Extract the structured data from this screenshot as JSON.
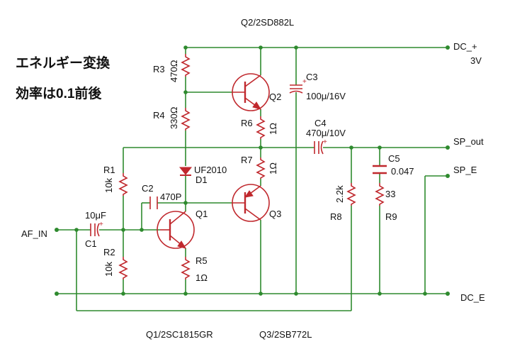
{
  "title": {
    "line1": "エネルギー変換",
    "line2": "効率は0.1前後"
  },
  "transistors": {
    "q2": {
      "label": "Q2",
      "part": "Q2/2SD882L"
    },
    "q1": {
      "label": "Q1",
      "part": "Q1/2SC1815GR"
    },
    "q3": {
      "label": "Q3",
      "part": "Q3/2SB772L"
    }
  },
  "resistors": {
    "r3": {
      "name": "R3",
      "value": "470Ω"
    },
    "r4": {
      "name": "R4",
      "value": "330Ω"
    },
    "r6": {
      "name": "R6",
      "value": "1Ω"
    },
    "r7": {
      "name": "R7",
      "value": "1Ω"
    },
    "r1": {
      "name": "R1",
      "value": "10k"
    },
    "r2": {
      "name": "R2",
      "value": "10k"
    },
    "r5": {
      "name": "R5",
      "value": "1Ω"
    },
    "r8": {
      "name": "R8",
      "value": "2.2k"
    },
    "r9": {
      "name": "R9",
      "value": "33"
    }
  },
  "capacitors": {
    "c1": {
      "name": "C1",
      "value": "10μF"
    },
    "c2": {
      "name": "C2",
      "value": "470P"
    },
    "c3": {
      "name": "C3",
      "value": "100μ/16V"
    },
    "c4": {
      "name": "C4",
      "value": "470μ/10V"
    },
    "c5": {
      "name": "C5",
      "value": "0.047"
    }
  },
  "diode": {
    "part": "UF2010",
    "name": "D1"
  },
  "ports": {
    "dc_plus": "DC_+",
    "dc_plus_voltage": "3V",
    "sp_out": "SP_out",
    "sp_e": "SP_E",
    "dc_e": "DC_E",
    "af_in": "AF_IN"
  },
  "colors": {
    "wire": "#2e8a2e",
    "component": "#c0282d",
    "text": "#111111"
  }
}
